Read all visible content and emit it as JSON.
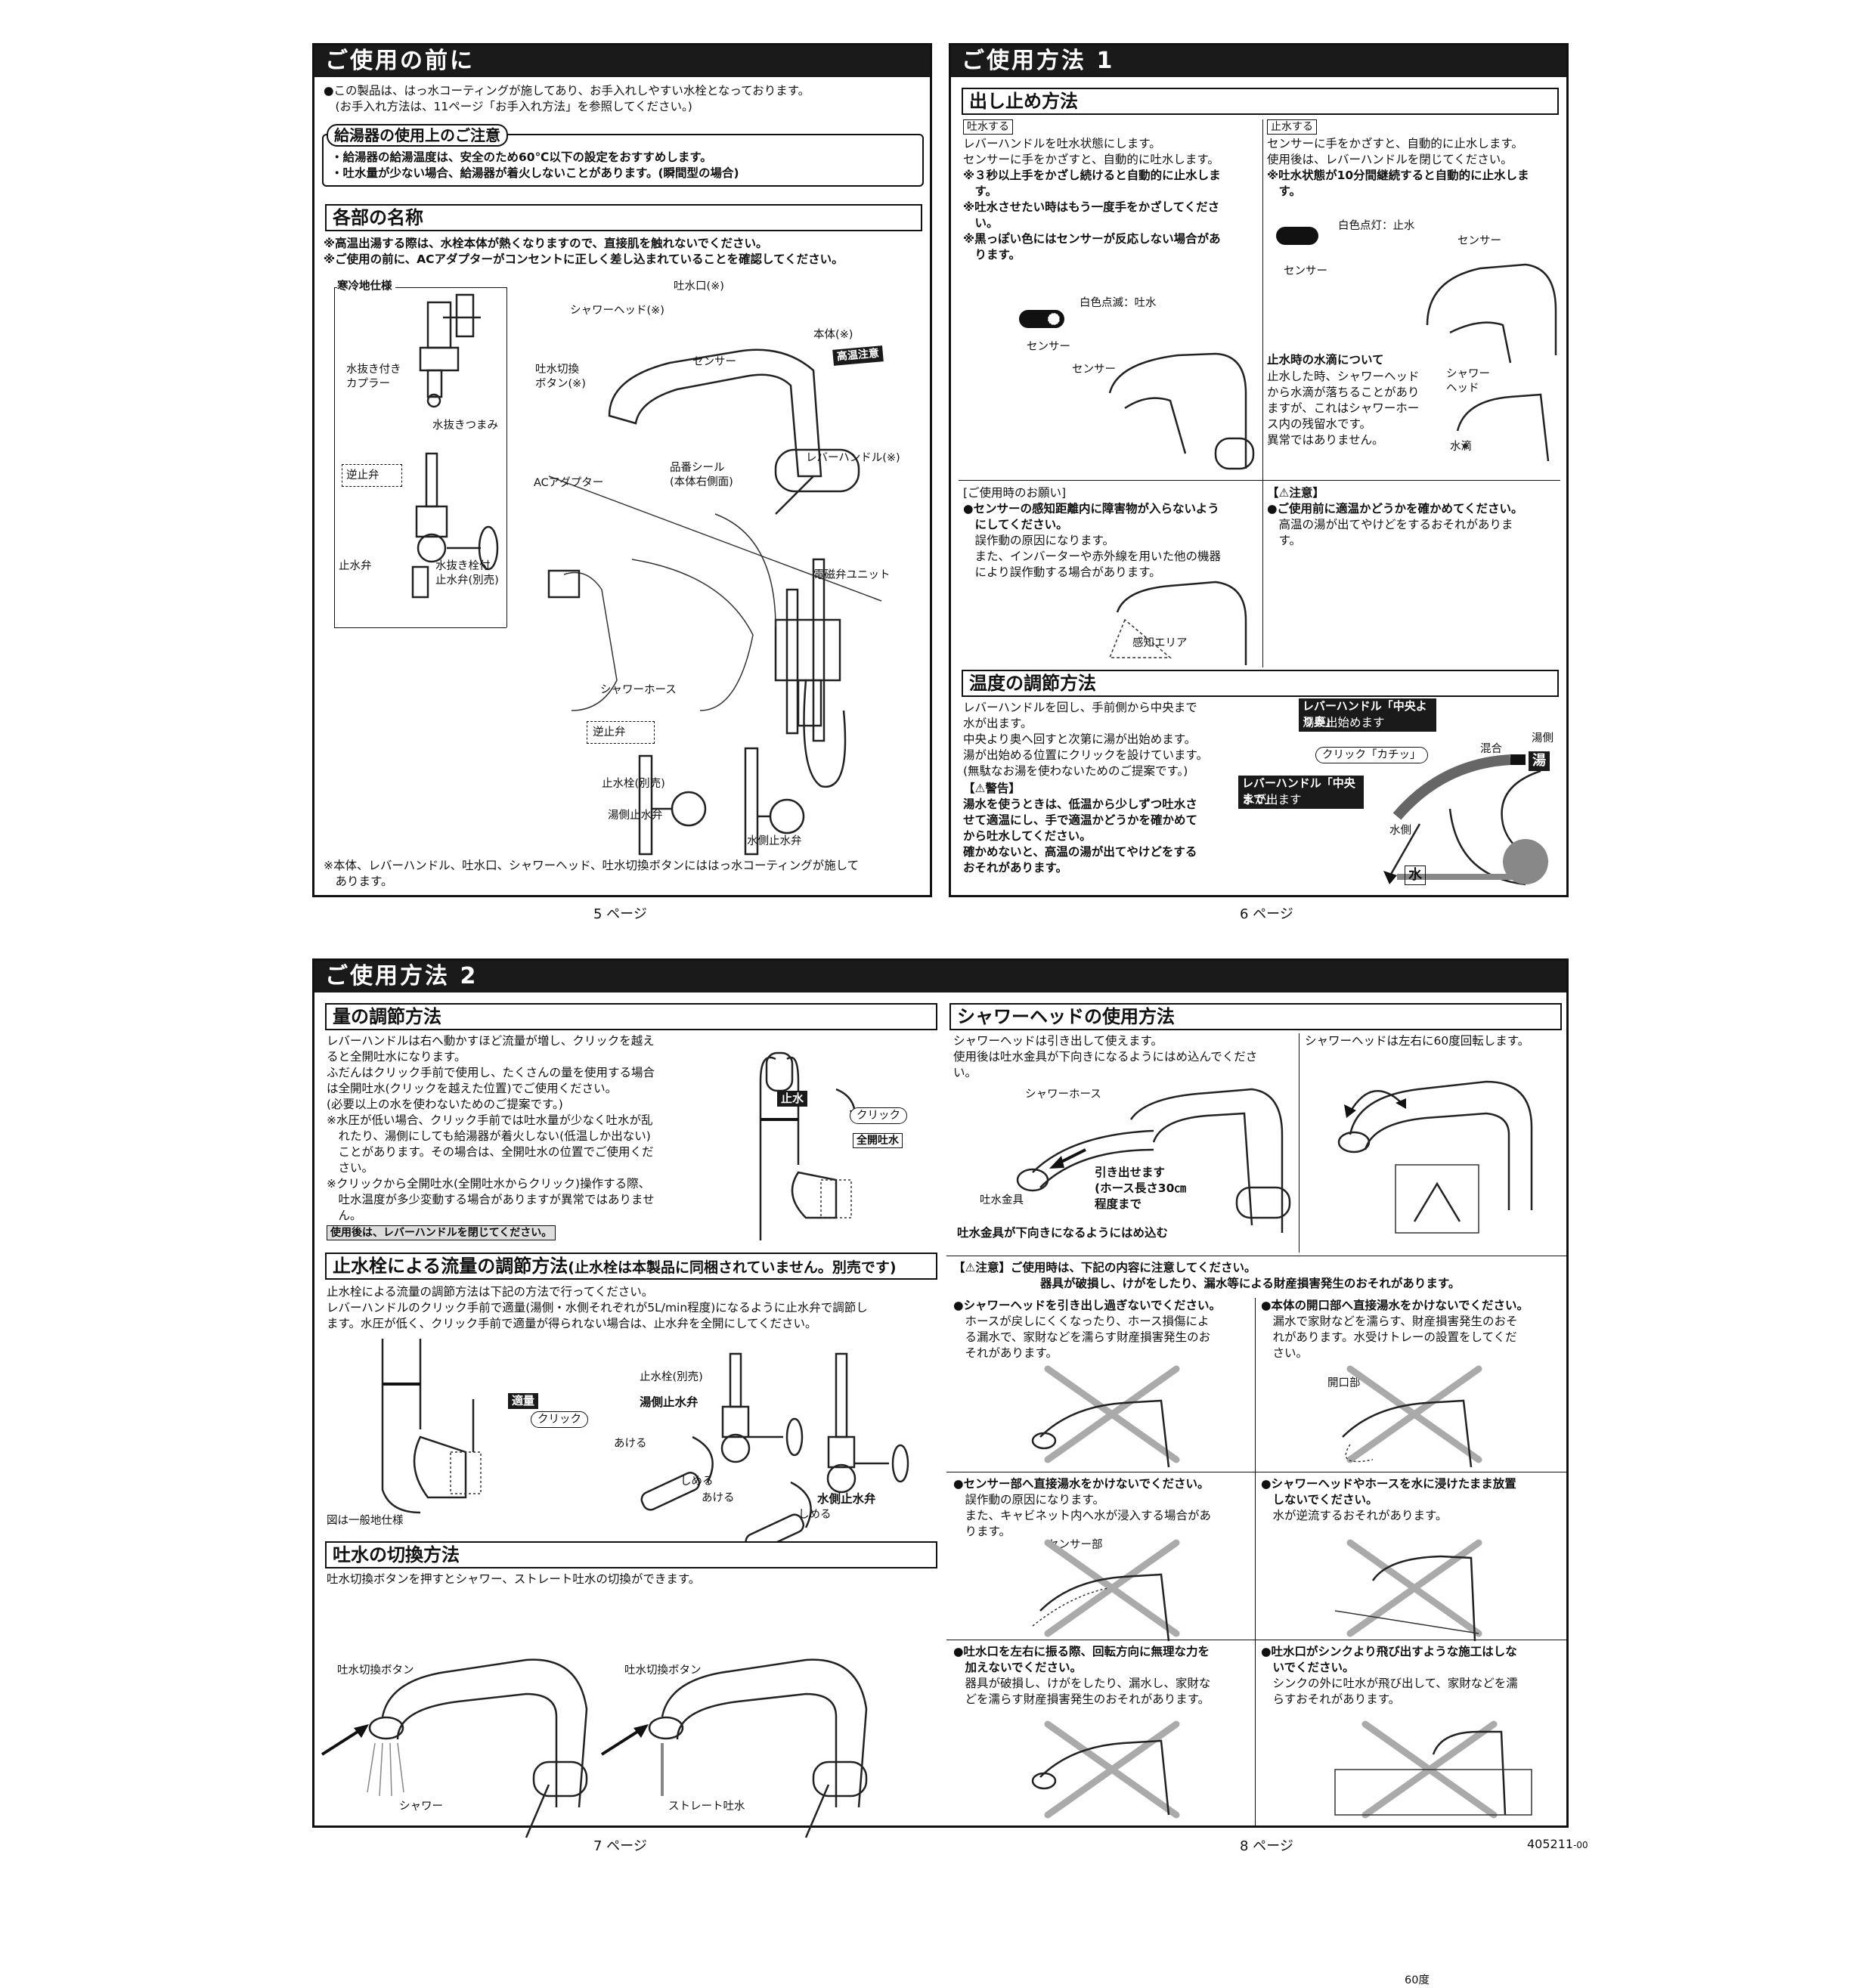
{
  "p5": {
    "title": "ご使用の前に",
    "intro": "●この製品は、はっ水コーティングが施してあり、お手入れしやすい水栓となっております。\n　(お手入れ方法は、11ページ「お手入れ方法」を参照してください。)",
    "heater_title": "給湯器の使用上のご注意",
    "heater_text": "・給湯器の給湯温度は、安全のため60℃以下の設定をおすすめします。\n・吐水量が少ない場合、給湯器が着火しないことがあります。(瞬間型の場合)",
    "parts_title": "各部の名称",
    "parts_notes": "※高温出湯する際は、水栓本体が熱くなりますので、直接肌を触れないでください。\n※ご使用の前に、ACアダプターがコンセントに正しく差し込まれていることを確認してください。",
    "cold_spec": "寒冷地仕様",
    "l_coupler": "水抜き付き\nカプラー",
    "l_drain_knob": "水抜きつまみ",
    "l_check_valve": "逆止弁",
    "l_stop_valve": "止水弁",
    "l_drain_plug": "水抜き栓付\n止水弁(別売)",
    "l_spout": "吐水口(※)",
    "l_showerhead": "シャワーヘッド(※)",
    "l_body": "本体(※)",
    "l_hot_warning": "高温注意",
    "l_switch_btn": "吐水切換\nボタン(※)",
    "l_sensor": "センサー",
    "l_lever": "レバーハンドル(※)",
    "l_seal": "品番シール\n(本体右側面)",
    "l_ac": "ACアダプター",
    "l_solenoid": "電磁弁ユニット",
    "l_hose": "シャワーホース",
    "l_check_valve2": "逆止弁",
    "l_stopcock": "止水栓(別売)",
    "l_hot_valve": "湯側止水弁",
    "l_cold_valve": "水側止水弁",
    "footnote": "※本体、レバーハンドル、吐水口、シャワーヘッド、吐水切換ボタンにははっ水コーティングが施して\n　あります。",
    "page": "5 ページ"
  },
  "p6": {
    "title": "ご使用方法 1",
    "sec1": "出し止め方法",
    "tag_on": "吐水する",
    "on_text": "レバーハンドルを吐水状態にします。\nセンサーに手をかざすと、自動的に吐水します。",
    "on_bold": "※３秒以上手をかざし続けると自動的に止水しま\n　す。\n※吐水させたい時はもう一度手をかざしてくださ\n　い。\n※黒っぽい色にはセンサーが反応しない場合があ\n　ります。",
    "led_blink": "白色点滅：吐水",
    "led_sensor1": "センサー",
    "sensor_label1": "センサー",
    "tag_off": "止水する",
    "off_text": "センサーに手をかざすと、自動的に止水します。\n使用後は、レバーハンドルを閉じてください。",
    "off_bold": "※吐水状態が10分間継続すると自動的に止水しま\n　す。",
    "led_on": "白色点灯：止水",
    "led_sensor2": "センサー",
    "sensor_label2": "センサー",
    "drip_title": "止水時の水滴について",
    "drip_text": "止水した時、シャワーヘッド\nから水滴が落ちることがあり\nますが、これはシャワーホー\nス内の残留水です。\n異常ではありません。",
    "drip_head": "シャワー\nヘッド",
    "drip_water": "水滴",
    "req_title": "[ご使用時のお願い]",
    "req_bold": "●センサーの感知距離内に障害物が入らないよう\n　にしてください。",
    "req_text": "　誤作動の原因になります。\n　また、インバーターや赤外線を用いた他の機器\n　により誤作動する場合があります。",
    "sense_area": "感知エリア",
    "caution_title": "【⚠注意】",
    "caution_bold": "●ご使用前に適温かどうかを確かめてください。",
    "caution_text": "　高温の湯が出てやけどをするおそれがありま\n　す。",
    "sec2": "温度の調節方法",
    "temp_text": "レバーハンドルを回し、手前側から中央まで\n水が出ます。\n中央より奥へ回すと次第に湯が出始めます。\n湯が出始める位置にクリックを設けています。\n(無駄なお湯を使わないためのご提案です。)",
    "warn_title": "【⚠警告】",
    "warn_text": "湯水を使うときは、低温から少しずつ吐水さ\nせて適温にし、手で適温かどうかを確かめて\nから吐水してください。\n確かめないと、高温の湯が出てやけどをする\nおそれがあります。",
    "callout_back_b": "レバーハンドル「中央より奥」",
    "callout_back": "湯が出始めます",
    "callout_click": "クリック「カチッ」",
    "callout_center_b": "レバーハンドル「中央まで」",
    "callout_center": "水が出ます",
    "hot_side": "湯側",
    "mix": "混合",
    "hot": "湯",
    "cold_side": "水側",
    "cold": "水",
    "page": "6 ページ"
  },
  "p7": {
    "title": "ご使用方法 2",
    "sec1": "量の調節方法",
    "flow_text": "レバーハンドルは右へ動かすほど流量が増し、クリックを越え\nると全開吐水になります。\nふだんはクリック手前で使用し、たくさんの量を使用する場合\nは全開吐水(クリックを越えた位置)でご使用ください。\n(必要以上の水を使わないためのご提案です。)\n※水圧が低い場合、クリック手前では吐水量が少なく吐水が乱\n　れたり、湯側にしても給湯器が着火しない(低温しか出ない)\n　ことがあります。その場合は、全開吐水の位置でご使用くだ\n　さい。\n※クリックから全開吐水(全開吐水からクリック)操作する際、\n　吐水温度が多少変動する場合がありますが異常ではありませ\n　ん。",
    "close_after": "使用後は、レバーハンドルを閉じてください。",
    "stop": "止水",
    "click": "クリック",
    "full_flow": "全開吐水",
    "sec2_main": "止水栓による流量の調節方法",
    "sec2_note": "(止水栓は本製品に同梱されていません。別売です)",
    "stopcock_text": "止水栓による流量の調節方法は下記の方法で行ってください。\nレバーハンドルのクリック手前で適量(湯側・水側それぞれが5L/min程度)になるように止水弁で調節し\nます。水圧が低く、クリック手前で適量が得られない場合は、止水弁を全開にしてください。",
    "proper": "適量",
    "click2": "クリック",
    "general_spec": "図は一般地仕様",
    "l_stopcock": "止水栓(別売)",
    "l_hot_valve": "湯側止水弁",
    "l_open1": "あける",
    "l_close1": "しめる",
    "l_open2": "あける",
    "l_cold_valve": "水側止水弁",
    "l_close2": "しめる",
    "sec3": "吐水の切換方法",
    "switch_text": "吐水切換ボタンを押すとシャワー、ストレート吐水の切換ができます。",
    "btn1": "吐水切換ボタン",
    "btn2": "吐水切換ボタン",
    "shower": "シャワー",
    "straight": "ストレート吐水",
    "page": "7 ページ"
  },
  "p8": {
    "sec1": "シャワーヘッドの使用方法",
    "pull_text": "シャワーヘッドは引き出して使えます。\n使用後は吐水金具が下向きになるようにはめ込んでくださ\nい。",
    "rotate_text": "シャワーヘッドは左右に60度回転します。",
    "l_hose": "シャワーホース",
    "l_pull": "引き出せます\n(ホース長さ30㎝\n程度まで",
    "l_fitting": "吐水金具",
    "l_fit_down": "吐水金具が下向きになるようにはめ込む",
    "l_60": "60度",
    "caution_head": "【⚠注意】ご使用時は、下記の内容に注意してください。",
    "caution_head2": "器具が破損し、けがをしたり、漏水等による財産損害発生のおそれがあります。",
    "c1_b": "●シャワーヘッドを引き出し過ぎないでください。",
    "c1": "　ホースが戻しにくくなったり、ホース損傷によ\n　る漏水で、家財などを濡らす財産損害発生のお\n　それがあります。",
    "c2_b": "●本体の開口部へ直接湯水をかけないでください。",
    "c2": "　漏水で家財などを濡らす、財産損害発生のおそ\n　れがあります。水受けトレーの設置をしてくだ\n　さい。",
    "c2_label": "開口部",
    "c3_b": "●センサー部へ直接湯水をかけないでください。",
    "c3": "　誤作動の原因になります。\n　また、キャビネット内へ水が浸入する場合があ\n　ります。",
    "c3_label": "センサー部",
    "c4_b": "●シャワーヘッドやホースを水に浸けたまま放置\n　しないでください。",
    "c4": "　水が逆流するおそれがあります。",
    "c5_b": "●吐水口を左右に振る際、回転方向に無理な力を\n　加えないでください。",
    "c5": "　器具が破損し、けがをしたり、漏水し、家財な\n　どを濡らす財産損害発生のおそれがあります。",
    "c6_b": "●吐水口がシンクより飛び出すような施工はしな\n　いでください。",
    "c6": "　シンクの外に吐水が飛び出して、家財などを濡\n　らすおそれがあります。",
    "page": "8 ページ",
    "doc_no": "405211",
    "doc_rev": "-00"
  }
}
